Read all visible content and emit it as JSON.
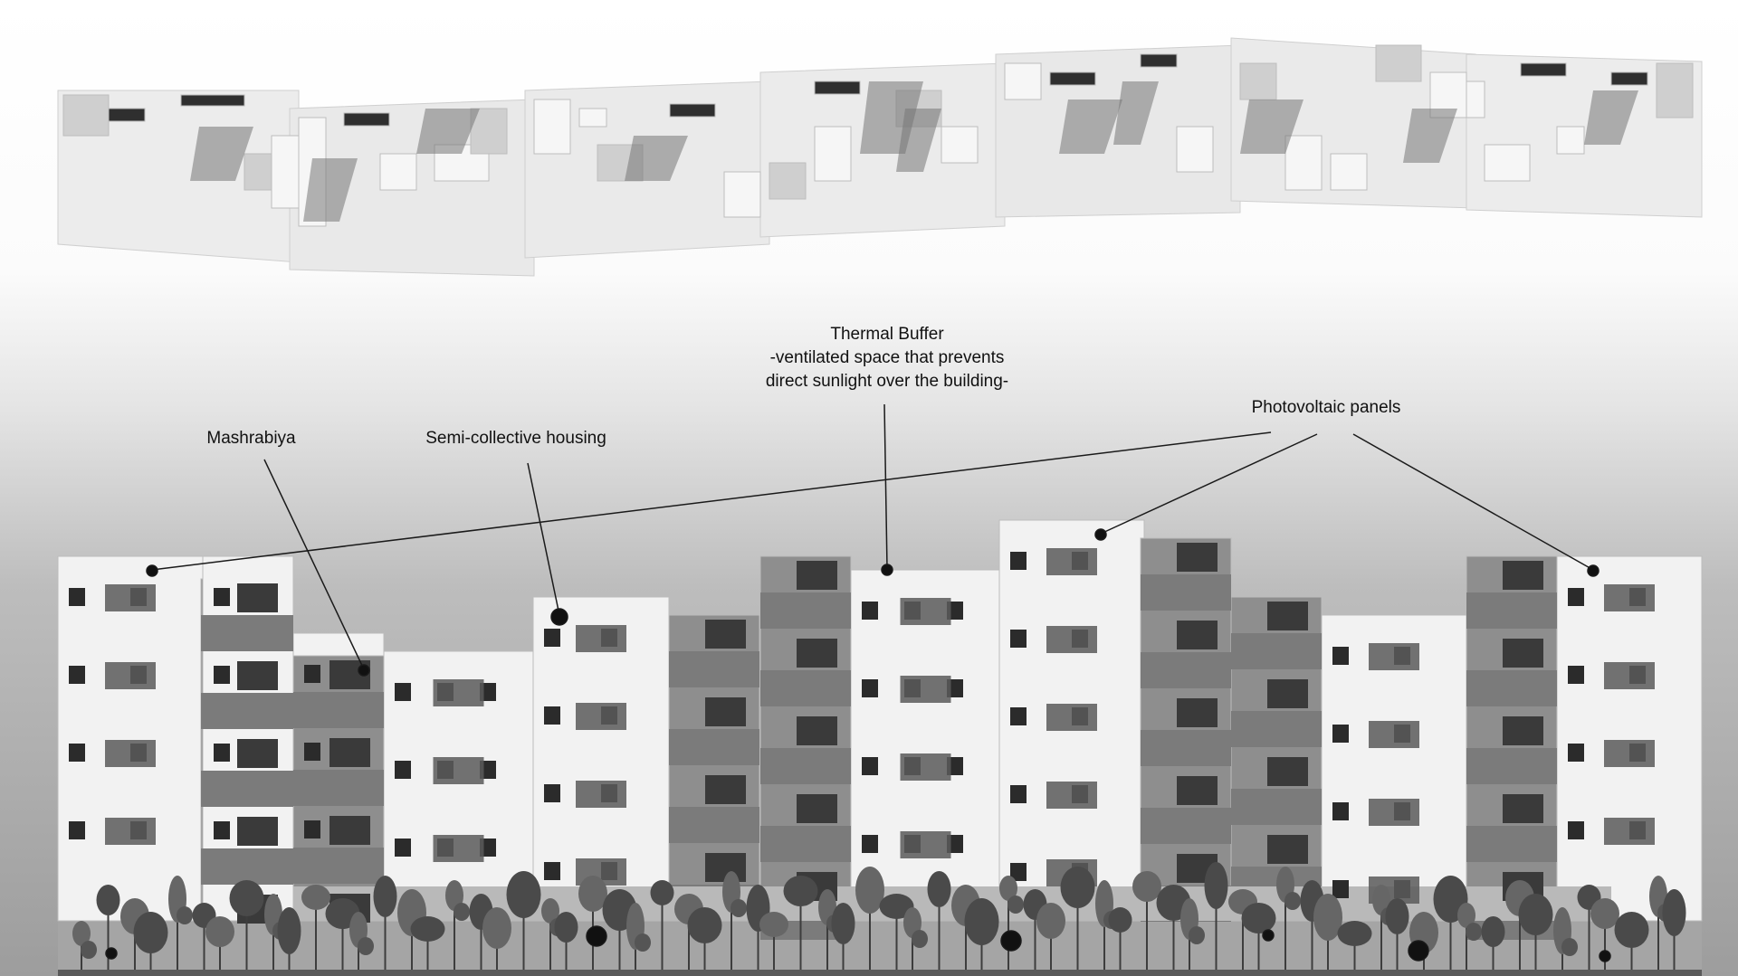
{
  "annotations": {
    "mashrabiya": "Mashrabiya",
    "semi_collective": "Semi-collective housing",
    "thermal_buffer": {
      "title": "Thermal Buffer",
      "line1": "-ventilated space that prevents",
      "line2": "direct sunlight over the building-"
    },
    "photovoltaic": "Photovoltaic panels"
  },
  "colors": {
    "background_top": "#ffffff",
    "background_bottom": "#9d9d9d",
    "facade": "#f2f2f2",
    "balcony_block": "#8e8e8e",
    "window": "#2b2b2b",
    "leader_line": "#1a1a1a"
  },
  "icons": {
    "roof_plan": "roof-plan-drawing",
    "elevation": "building-elevation-drawing",
    "vegetation": "tree-silhouettes"
  }
}
